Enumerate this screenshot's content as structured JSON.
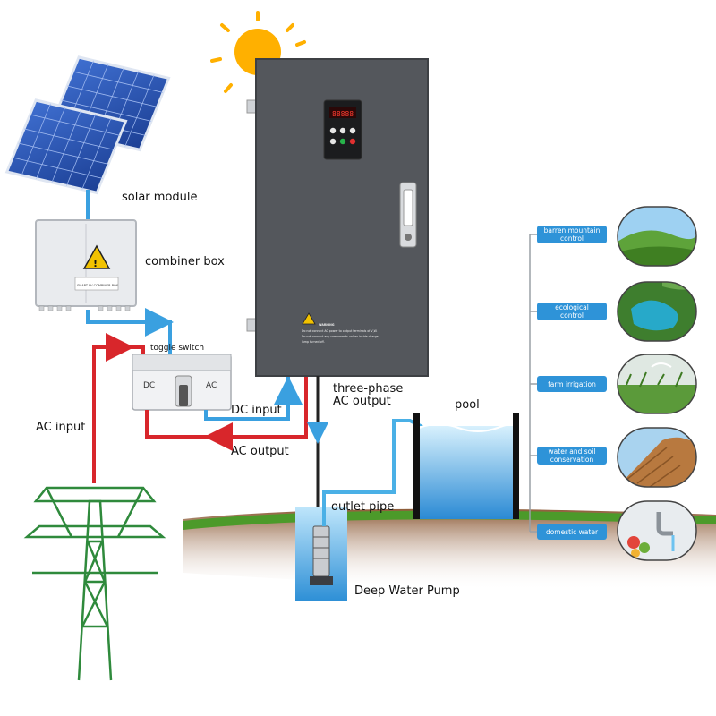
{
  "labels": {
    "solar_module": "solar module",
    "combiner_box": "combiner box",
    "toggle_switch": "toggle switch",
    "switch_dc": "DC",
    "switch_ac": "AC",
    "dc_input": "DC input",
    "ac_output": "AC output",
    "ac_input": "AC input",
    "three_phase_line1": "three-phase",
    "three_phase_line2": "AC output",
    "pool": "pool",
    "outlet_pipe": "outlet pipe",
    "deep_water_pump": "Deep Water Pump"
  },
  "applications": [
    {
      "label_line1": "barren mountain",
      "label_line2": "control",
      "image": "mountain-landscape"
    },
    {
      "label_line1": "ecological",
      "label_line2": "control",
      "image": "lake-landscape"
    },
    {
      "label_line1": "farm irrigation",
      "label_line2": "",
      "image": "irrigation-field"
    },
    {
      "label_line1": "water and soil",
      "label_line2": "conservation",
      "image": "terraced-hill"
    },
    {
      "label_line1": "domestic water",
      "label_line2": "",
      "image": "kitchen-faucet"
    }
  ],
  "inverter_panel": {
    "warning_title": "WARNING",
    "warning_lines": [
      "Do not connect AC power to output terminals of V,W.",
      "Do not connect any components unless inside charge",
      "lamp turned off."
    ]
  },
  "combiner_box_plate": "SMART PV COMBINER BOX",
  "colors": {
    "dc_wire": "#3aa0e0",
    "ac_wire": "#d8262b",
    "inverter_body": "#54575c",
    "tag_fill": "#2e93d8",
    "tower": "#2f8a3c",
    "soil": "#7a4a2c",
    "grass": "#4c9a2a",
    "water": "#4ab0e6"
  }
}
